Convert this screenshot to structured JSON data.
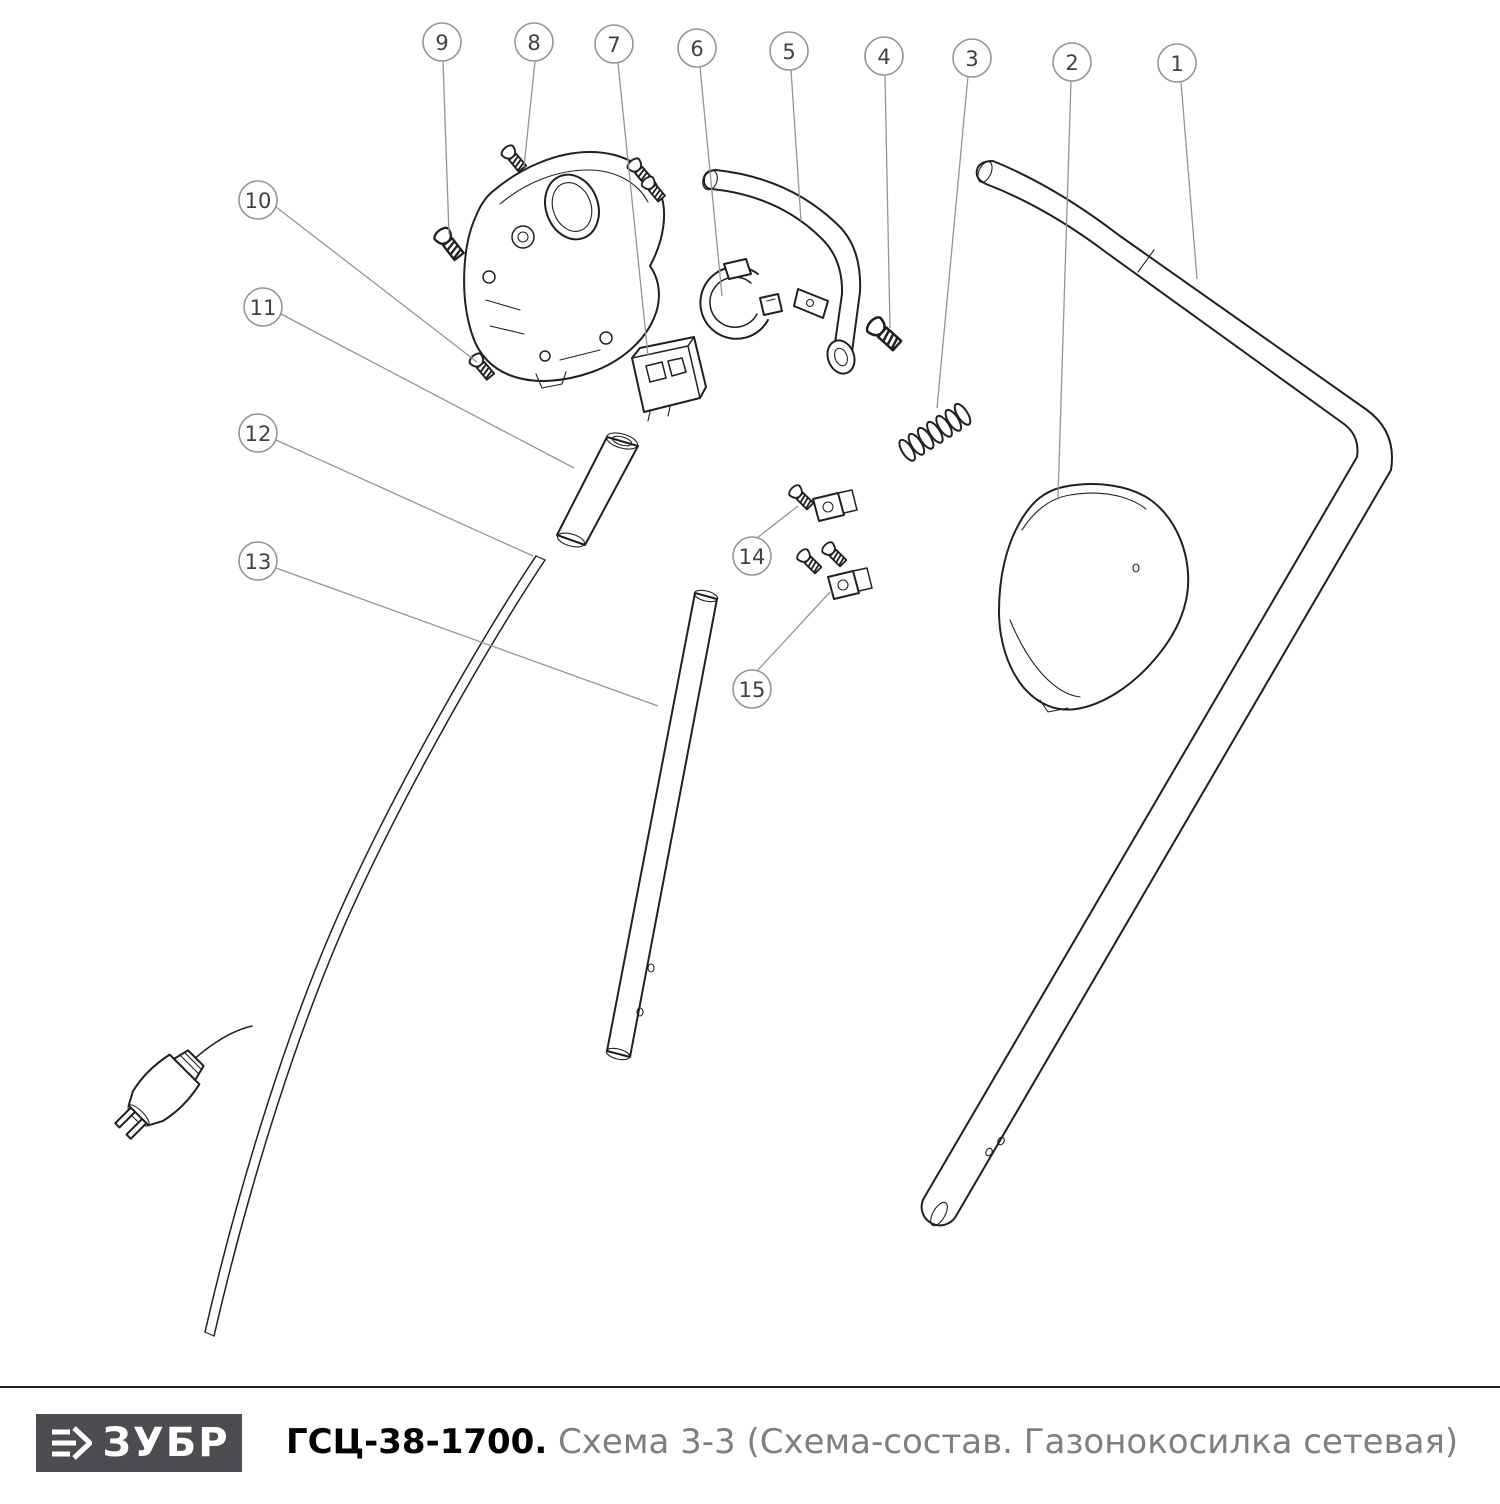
{
  "diagram": {
    "stroke_color": "#231f20",
    "callout_stroke_color": "#93959a",
    "callout_text_color": "#404145",
    "callouts": [
      {
        "label": "1"
      },
      {
        "label": "2"
      },
      {
        "label": "3"
      },
      {
        "label": "4"
      },
      {
        "label": "5"
      },
      {
        "label": "6"
      },
      {
        "label": "7"
      },
      {
        "label": "8"
      },
      {
        "label": "9"
      },
      {
        "label": "10"
      },
      {
        "label": "11"
      },
      {
        "label": "12"
      },
      {
        "label": "13"
      },
      {
        "label": "14"
      },
      {
        "label": "15"
      }
    ]
  },
  "footer": {
    "brand": "ЗУБР",
    "logo_background": "#4b4d50",
    "model": "ГСЦ-38-1700.",
    "subtitle": " Схема 3-3 (Схема-состав. Газонокосилка сетевая)",
    "model_color": "#000000",
    "subtitle_color": "#7d7f82"
  }
}
